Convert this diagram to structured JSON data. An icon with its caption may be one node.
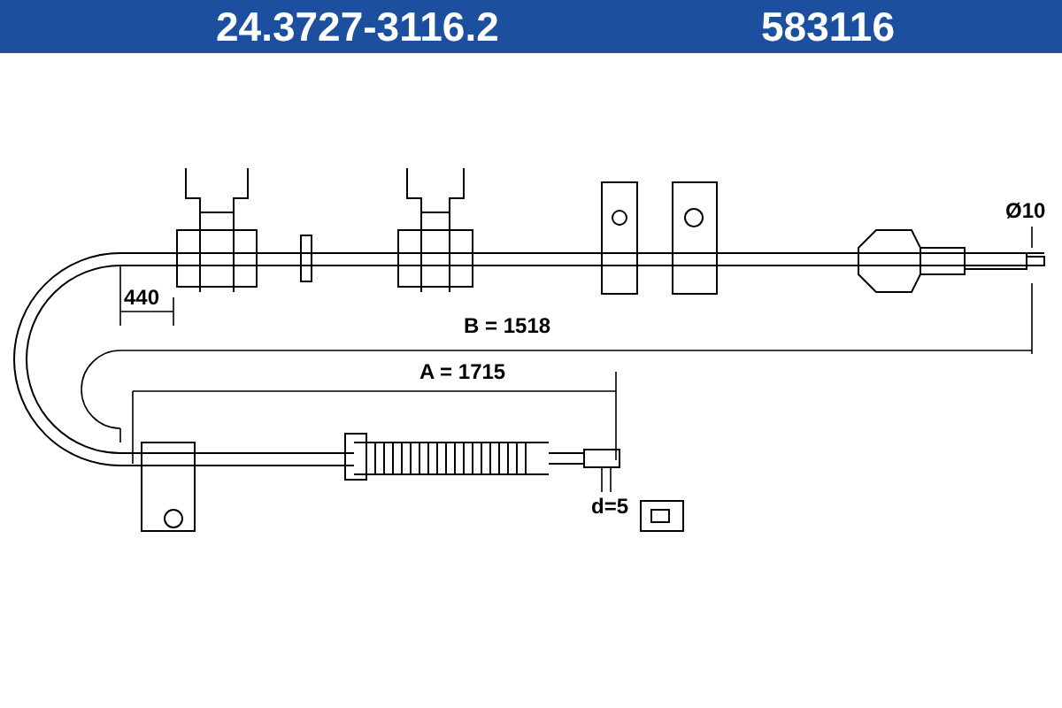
{
  "diagram": {
    "title": "24.3727-3116.2",
    "labels": [
      "583116",
      "Ø10",
      "440",
      "B = 1518",
      "A = 1715",
      "d=5"
    ]
  }
}
